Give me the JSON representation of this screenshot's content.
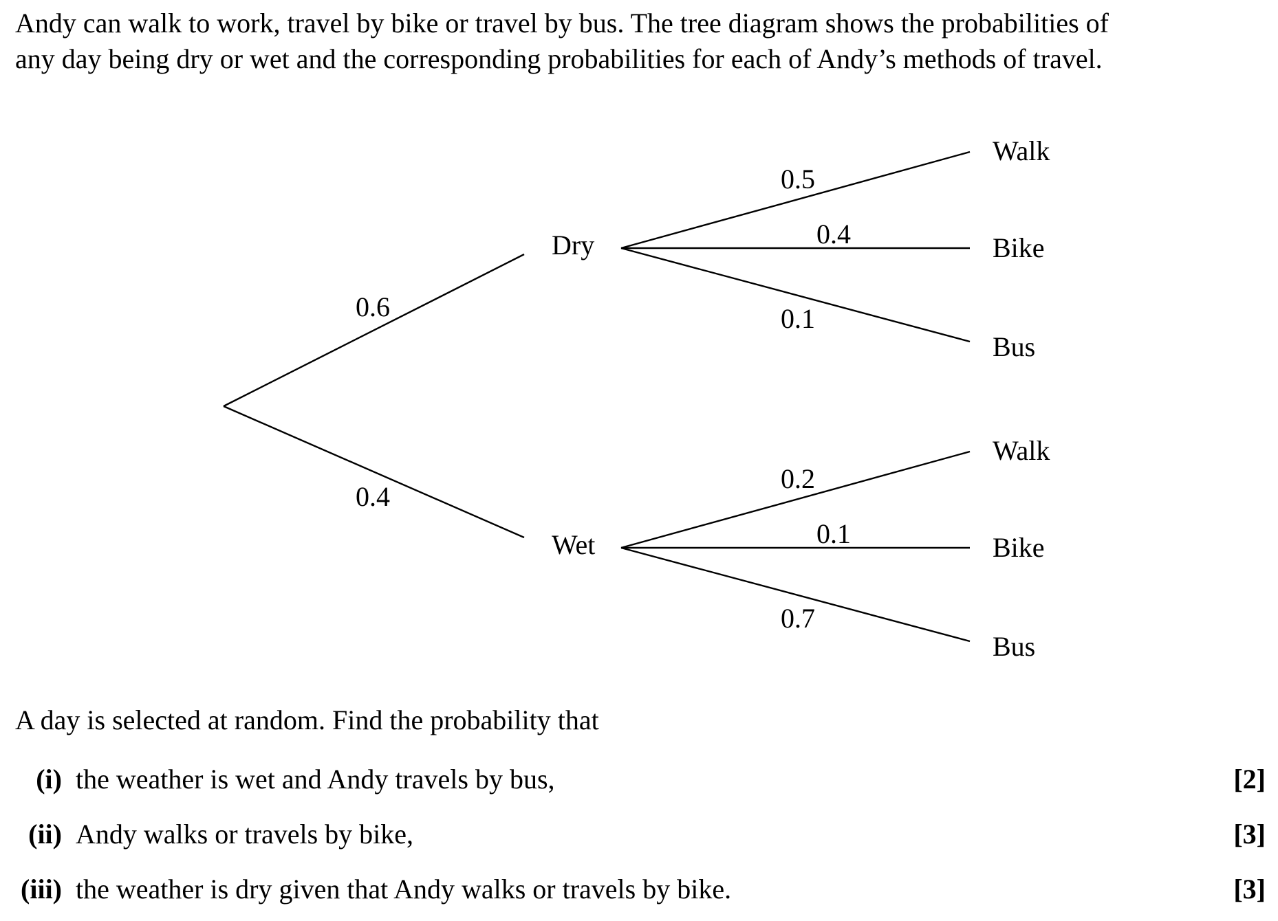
{
  "intro": {
    "line1": "Andy can walk to work, travel by bike or travel by bus.  The tree diagram shows the probabilities of",
    "line2": "any day being dry or wet and the corresponding probabilities for each of Andy’s methods of travel."
  },
  "tree": {
    "first_level": [
      {
        "label": "Dry",
        "probability": "0.6"
      },
      {
        "label": "Wet",
        "probability": "0.4"
      }
    ],
    "dry_branches": [
      {
        "label": "Walk",
        "probability": "0.5"
      },
      {
        "label": "Bike",
        "probability": "0.4"
      },
      {
        "label": "Bus",
        "probability": "0.1"
      }
    ],
    "wet_branches": [
      {
        "label": "Walk",
        "probability": "0.2"
      },
      {
        "label": "Bike",
        "probability": "0.1"
      },
      {
        "label": "Bus",
        "probability": "0.7"
      }
    ]
  },
  "question": {
    "prompt": "A day is selected at random. Find the probability that",
    "parts": [
      {
        "label": "(i)",
        "text": "the weather is wet and Andy travels by bus,",
        "marks": "[2]"
      },
      {
        "label": "(ii)",
        "text": "Andy walks or travels by bike,",
        "marks": "[3]"
      },
      {
        "label": "(iii)",
        "text": "the weather is dry given that Andy walks or travels by bike.",
        "marks": "[3]"
      }
    ]
  }
}
